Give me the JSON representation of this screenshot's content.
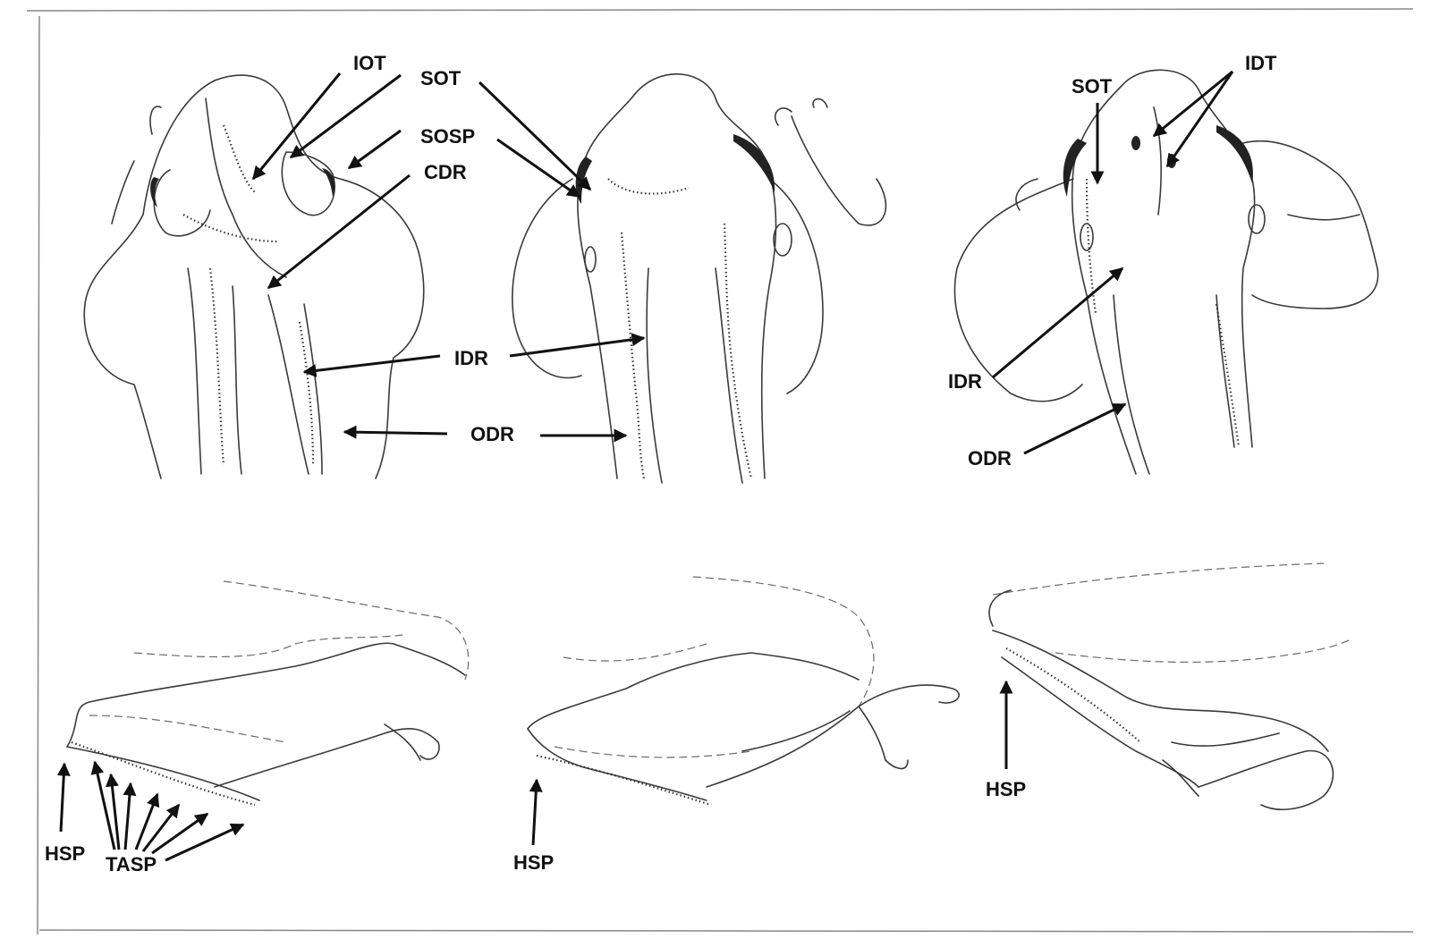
{
  "figure": {
    "top_views": {
      "frog_dorsal_left": {
        "labels": {
          "iot": "IOT",
          "sot": "SOT",
          "sosp": "SOSP",
          "cdr": "CDR",
          "idr": "IDR",
          "odr": "ODR"
        }
      },
      "frog_dorsal_right": {
        "labels": {
          "sot": "SOT",
          "idt": "IDT",
          "idr": "IDR",
          "odr": "ODR"
        }
      }
    },
    "leg_views": {
      "leg_left": {
        "labels": {
          "hsp": "HSP",
          "tasp": "TASP"
        }
      },
      "leg_middle": {
        "labels": {
          "hsp": "HSP"
        }
      },
      "leg_right": {
        "labels": {
          "hsp": "HSP"
        }
      }
    },
    "colors": {
      "ink": "#111111",
      "line": "#3a3a3a",
      "background": "#ffffff"
    }
  }
}
